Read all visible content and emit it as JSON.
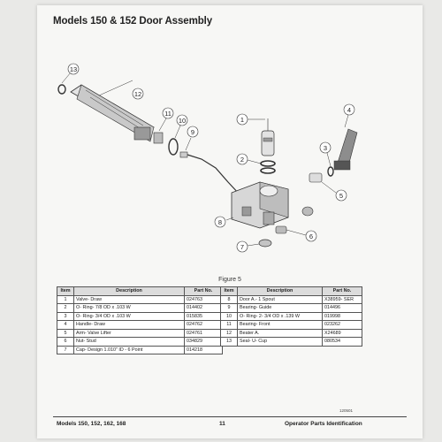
{
  "page_title": "Models 150 & 152 Door Assembly",
  "figure_caption": "Figure 5",
  "table_headers": {
    "item": "Item",
    "description": "Description",
    "part_no": "Part No."
  },
  "parts_left": [
    {
      "item": "1",
      "description": "Valve- Draw",
      "part_no": "024763"
    },
    {
      "item": "2",
      "description": "O- Ring- 7/8 OD x .103 W",
      "part_no": "014402"
    },
    {
      "item": "3",
      "description": "O- Ring- 3/4 OD x .103 W",
      "part_no": "015835"
    },
    {
      "item": "4",
      "description": "Handle- Draw",
      "part_no": "024762"
    },
    {
      "item": "5",
      "description": "Arm- Valve Lifter",
      "part_no": "024761"
    },
    {
      "item": "6",
      "description": "Nut- Stud",
      "part_no": "034829"
    },
    {
      "item": "7",
      "description": "Cap- Design 1.010\" ID - 6 Point",
      "part_no": "014218"
    }
  ],
  "parts_right": [
    {
      "item": "8",
      "description": "Door A.- 1 Spout",
      "part_no": "X38959- SER"
    },
    {
      "item": "9",
      "description": "Bearing- Guide",
      "part_no": "014496"
    },
    {
      "item": "10",
      "description": "O- Ring- 2- 3/4 OD x .139 W",
      "part_no": "019998"
    },
    {
      "item": "11",
      "description": "Bearing- Front",
      "part_no": "023262"
    },
    {
      "item": "12",
      "description": "Beater A.",
      "part_no": "X24689"
    },
    {
      "item": "13",
      "description": "Seal- U- Cup",
      "part_no": "080534"
    }
  ],
  "callouts": [
    "1",
    "2",
    "3",
    "4",
    "5",
    "6",
    "7",
    "8",
    "9",
    "10",
    "11",
    "12",
    "13"
  ],
  "document_code": "120501",
  "footer": {
    "left": "Models 150, 152, 162, 168",
    "page_number": "11",
    "right": "Operator Parts Identification"
  }
}
